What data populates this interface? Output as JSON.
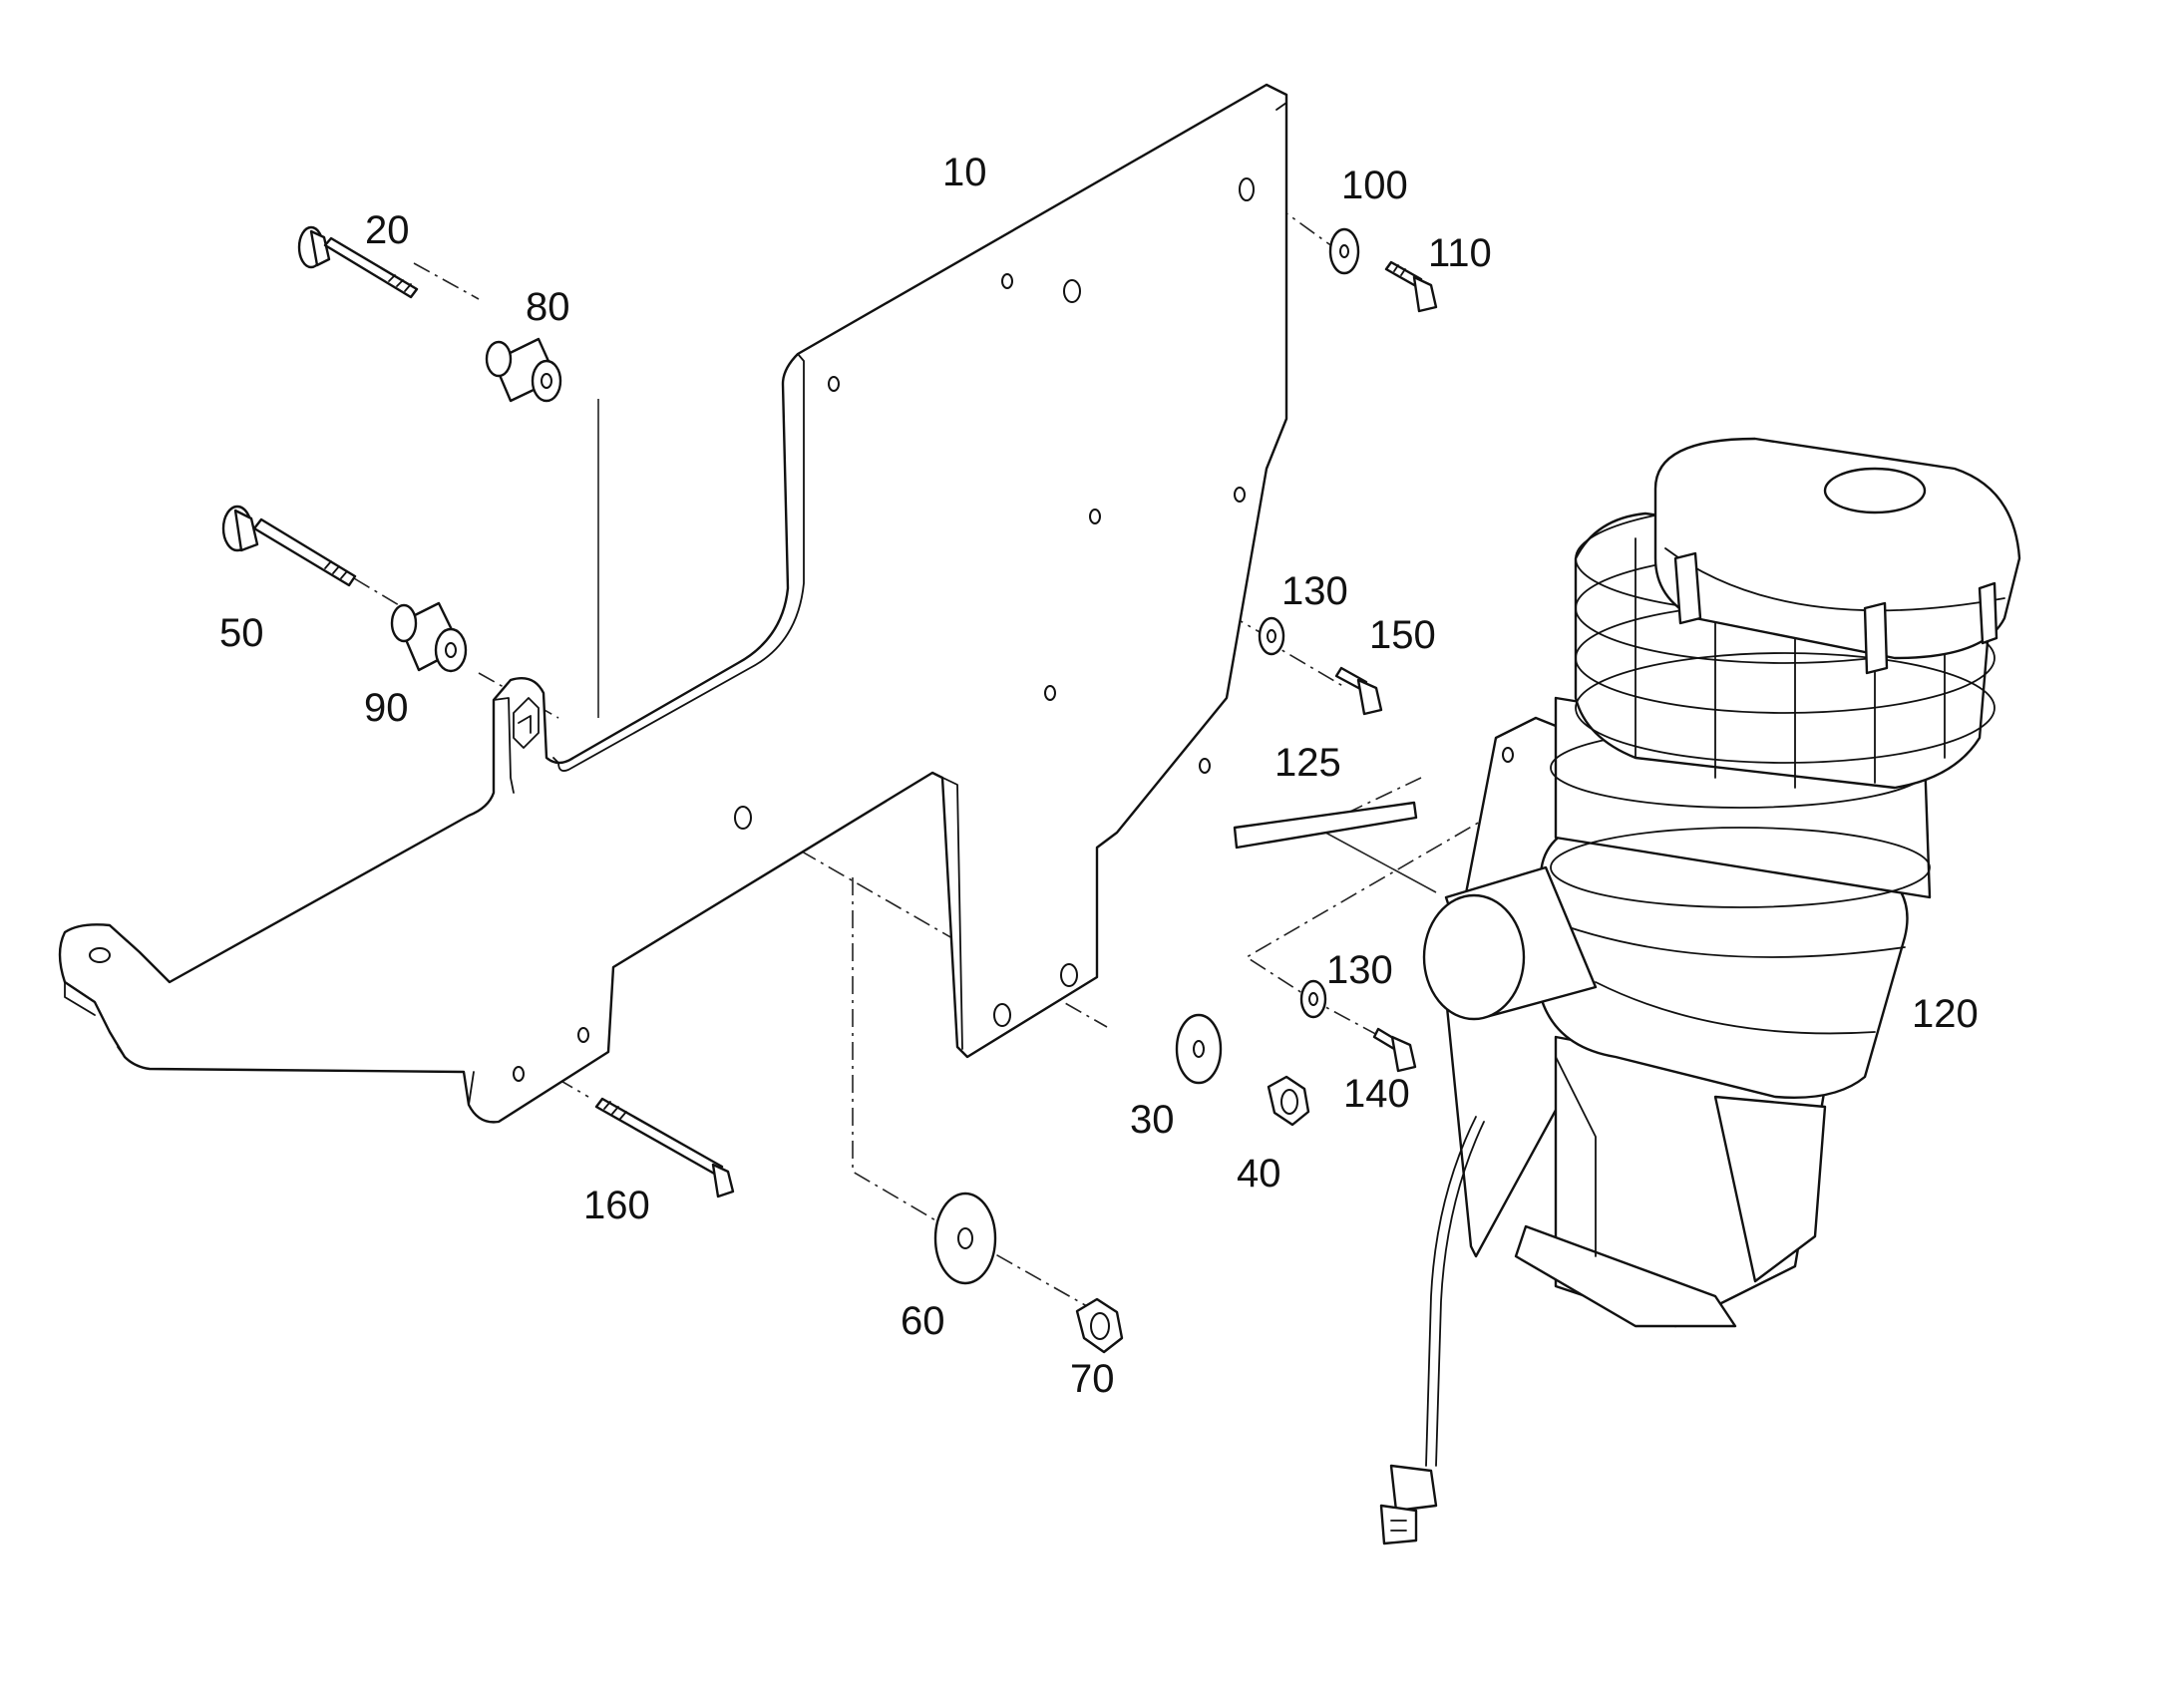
{
  "diagram": {
    "callouts": {
      "c10": "10",
      "c20": "20",
      "c30": "30",
      "c40": "40",
      "c50": "50",
      "c60": "60",
      "c70": "70",
      "c80": "80",
      "c90": "90",
      "c100": "100",
      "c110": "110",
      "c120": "120",
      "c125": "125",
      "c130a": "130",
      "c130b": "130",
      "c140": "140",
      "c150": "150",
      "c160": "160"
    },
    "colors": {
      "line": "#111111",
      "background": "#ffffff"
    }
  }
}
